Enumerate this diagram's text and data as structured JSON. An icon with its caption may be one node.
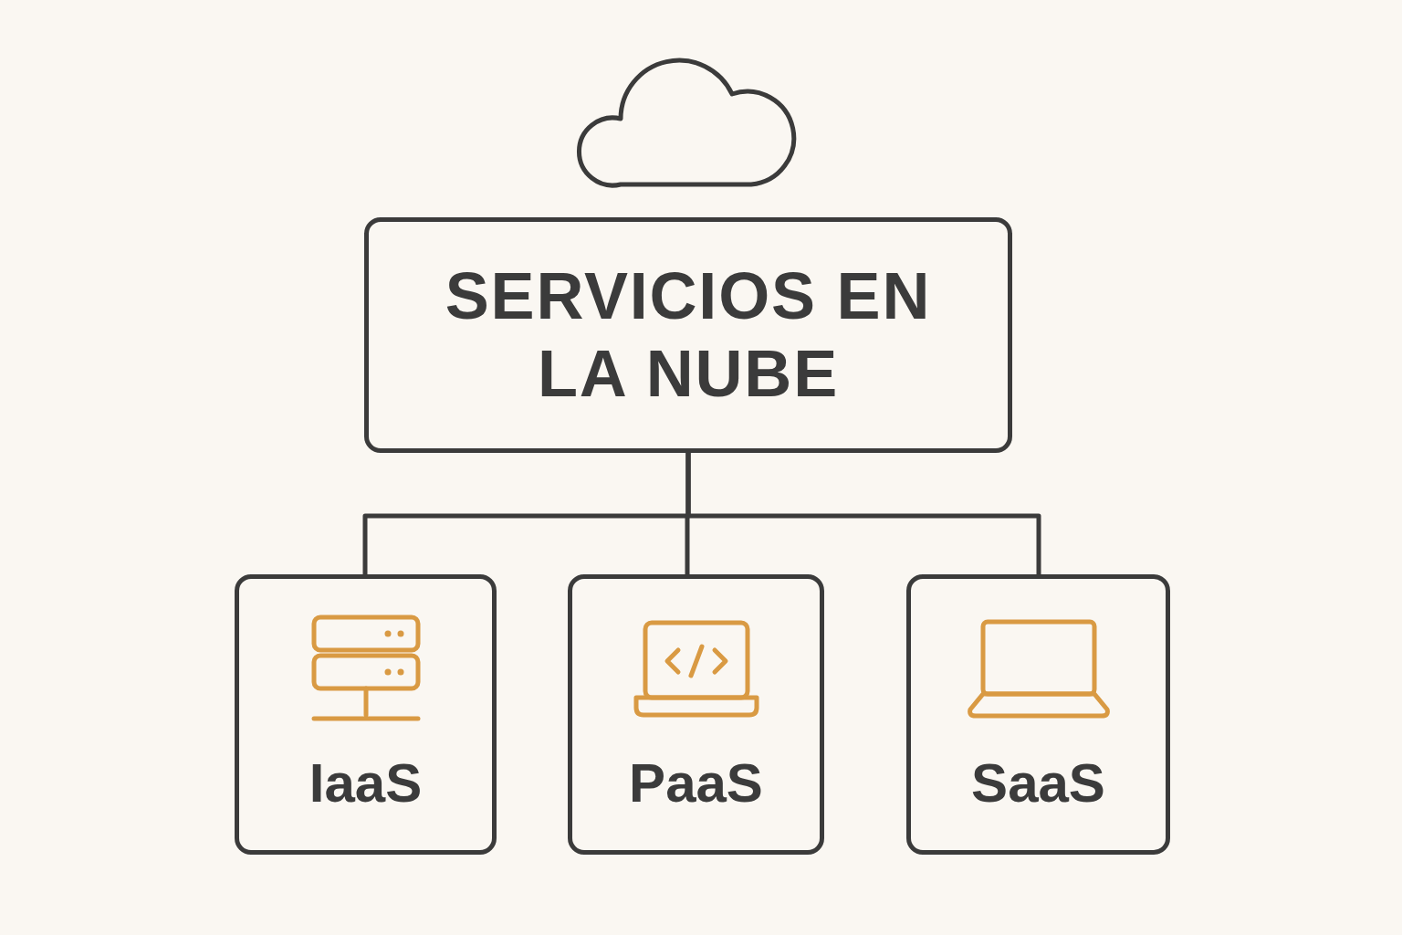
{
  "diagram": {
    "nodes": [
      {
        "text": [
          "SERVICIOS EN LA NUBE"
        ]
      },
      {
        "text": [
          "IaaS"
        ]
      },
      {
        "text": [
          "PaaS"
        ]
      },
      {
        "text": [
          "SaaS"
        ]
      }
    ],
    "edges": [
      {
        "from": 0,
        "to": 1,
        "arrow": "none"
      },
      {
        "from": 0,
        "to": 2,
        "arrow": "none"
      },
      {
        "from": 0,
        "to": 3,
        "arrow": "none"
      }
    ]
  }
}
